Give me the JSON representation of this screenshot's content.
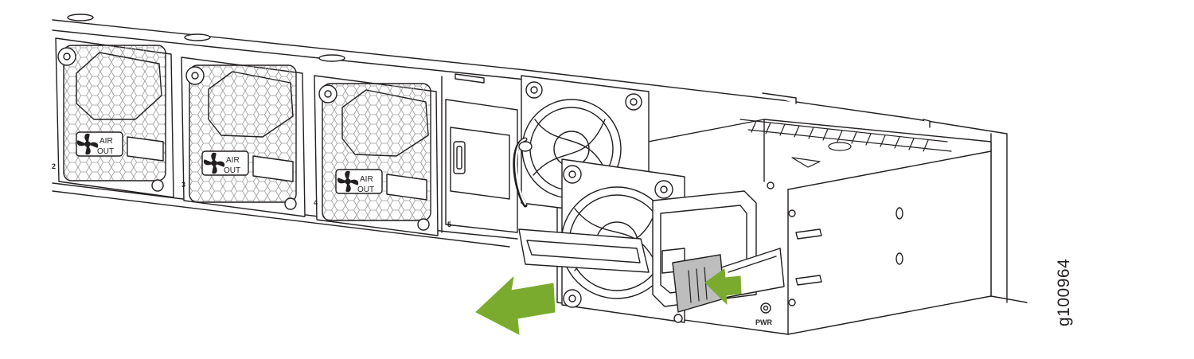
{
  "figure_id": "g100964",
  "fan_modules": [
    {
      "slot_number": "2",
      "air_label_line1": "AIR",
      "air_label_line2": "OUT"
    },
    {
      "slot_number": "3",
      "air_label_line1": "AIR",
      "air_label_line2": "OUT"
    },
    {
      "slot_number": "4",
      "air_label_line1": "AIR",
      "air_label_line2": "OUT"
    }
  ],
  "psu_slot_number": "5",
  "psu_led_label": "PWR",
  "colors": {
    "line": "#231f20",
    "arrow": "#7bab2e",
    "latch": "#bdbdbd",
    "mesh": "#9a9a9a"
  },
  "icons": [
    "fan-icon",
    "removal-arrow-icon",
    "push-latch-arrow-icon"
  ]
}
